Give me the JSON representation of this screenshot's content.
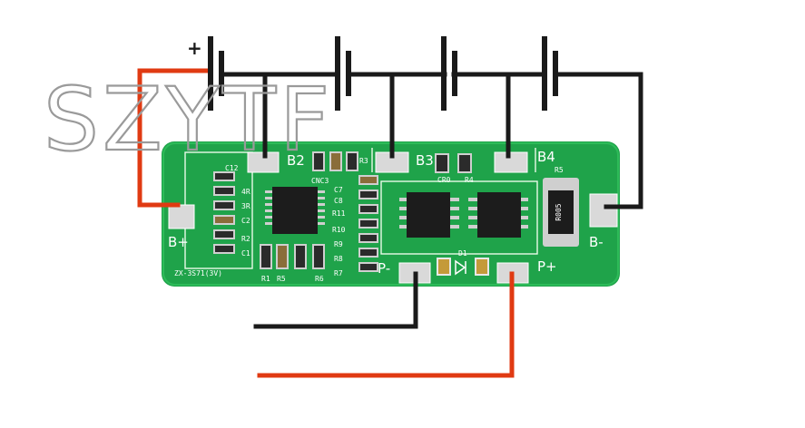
{
  "watermark": "SZYTF",
  "battery_polarity": "+",
  "pads": {
    "b_plus": "B+",
    "b2": "B2",
    "b3": "B3",
    "b4": "B4",
    "b_minus": "B-",
    "p_minus": "P-",
    "p_plus": "P+"
  },
  "silkscreen": {
    "c12": "C12",
    "r4_left": "4R",
    "r3_left": "3R",
    "c2": "C2",
    "r2": "R2",
    "c1": "C1",
    "r1": "R1",
    "r5_bottom": "R5",
    "r6": "R6",
    "cnc3": "CNC3",
    "c7": "C7",
    "c8": "C8",
    "r11": "R11",
    "r10": "R10",
    "r9": "R9",
    "r8": "R8",
    "r7": "R7",
    "r3": "R3",
    "cr0": "CR0",
    "r4": "R4",
    "r5": "R5",
    "d1": "D1",
    "model": "ZX-3S71(3V)",
    "shunt": "R005"
  },
  "colors": {
    "wire_black": "#1a1a1a",
    "wire_red": "#e03a12",
    "pcb_green": "#1fa34a",
    "pad_silver": "#d9d9d9"
  }
}
